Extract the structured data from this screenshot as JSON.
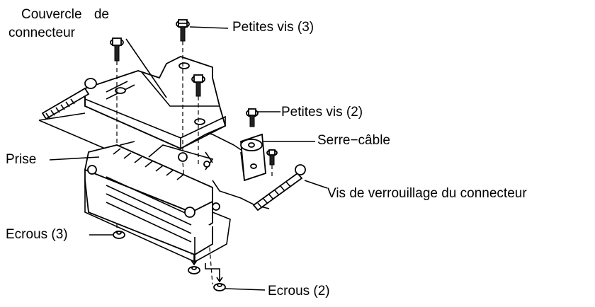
{
  "labels": {
    "couvercle_line1": "Couvercle de",
    "couvercle_line2": "connecteur",
    "petites_vis_3": "Petites vis (3)",
    "petites_vis_2": "Petites vis (2)",
    "serre_cable": "Serre−câble",
    "prise": "Prise",
    "vis_verrouillage": "Vis de verrouillage du connecteur",
    "ecrous_3": "Ecrous (3)",
    "ecrous_2": "Ecrous (2)"
  }
}
